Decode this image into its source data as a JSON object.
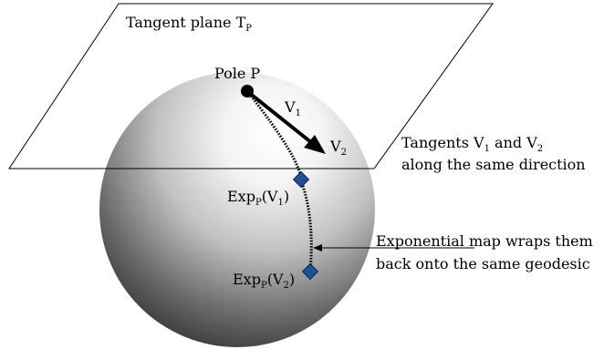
{
  "plane": {
    "label": "Tangent plane T",
    "label_sub": "P"
  },
  "pole": {
    "label": "Pole P"
  },
  "vectors": {
    "v1": {
      "main": "V",
      "sub": "1"
    },
    "v2": {
      "main": "V",
      "sub": "2"
    }
  },
  "exp_points": {
    "p1": {
      "a": "Exp",
      "b": "P",
      "c": "(V",
      "d": "1",
      "e": ")"
    },
    "p2": {
      "a": "Exp",
      "b": "P",
      "c": "(V",
      "d": "2",
      "e": ")"
    }
  },
  "annotations": {
    "tangents": {
      "line1_a": "Tangents V",
      "line1_b": "1",
      "line1_c": " and V",
      "line1_d": "2",
      "line2": "along the same direction"
    },
    "expmap": {
      "line1": "Exponential map wraps them",
      "line2": "back onto the same geodesic"
    }
  },
  "colors": {
    "marker": "#1d4f9a",
    "ink": "#000000",
    "sphere_light": "#ffffff",
    "sphere_dark": "#2e2e2e"
  },
  "icons": {
    "pole": "filled-circle",
    "exp_marker": "blue-diamond",
    "vector": "arrow"
  }
}
